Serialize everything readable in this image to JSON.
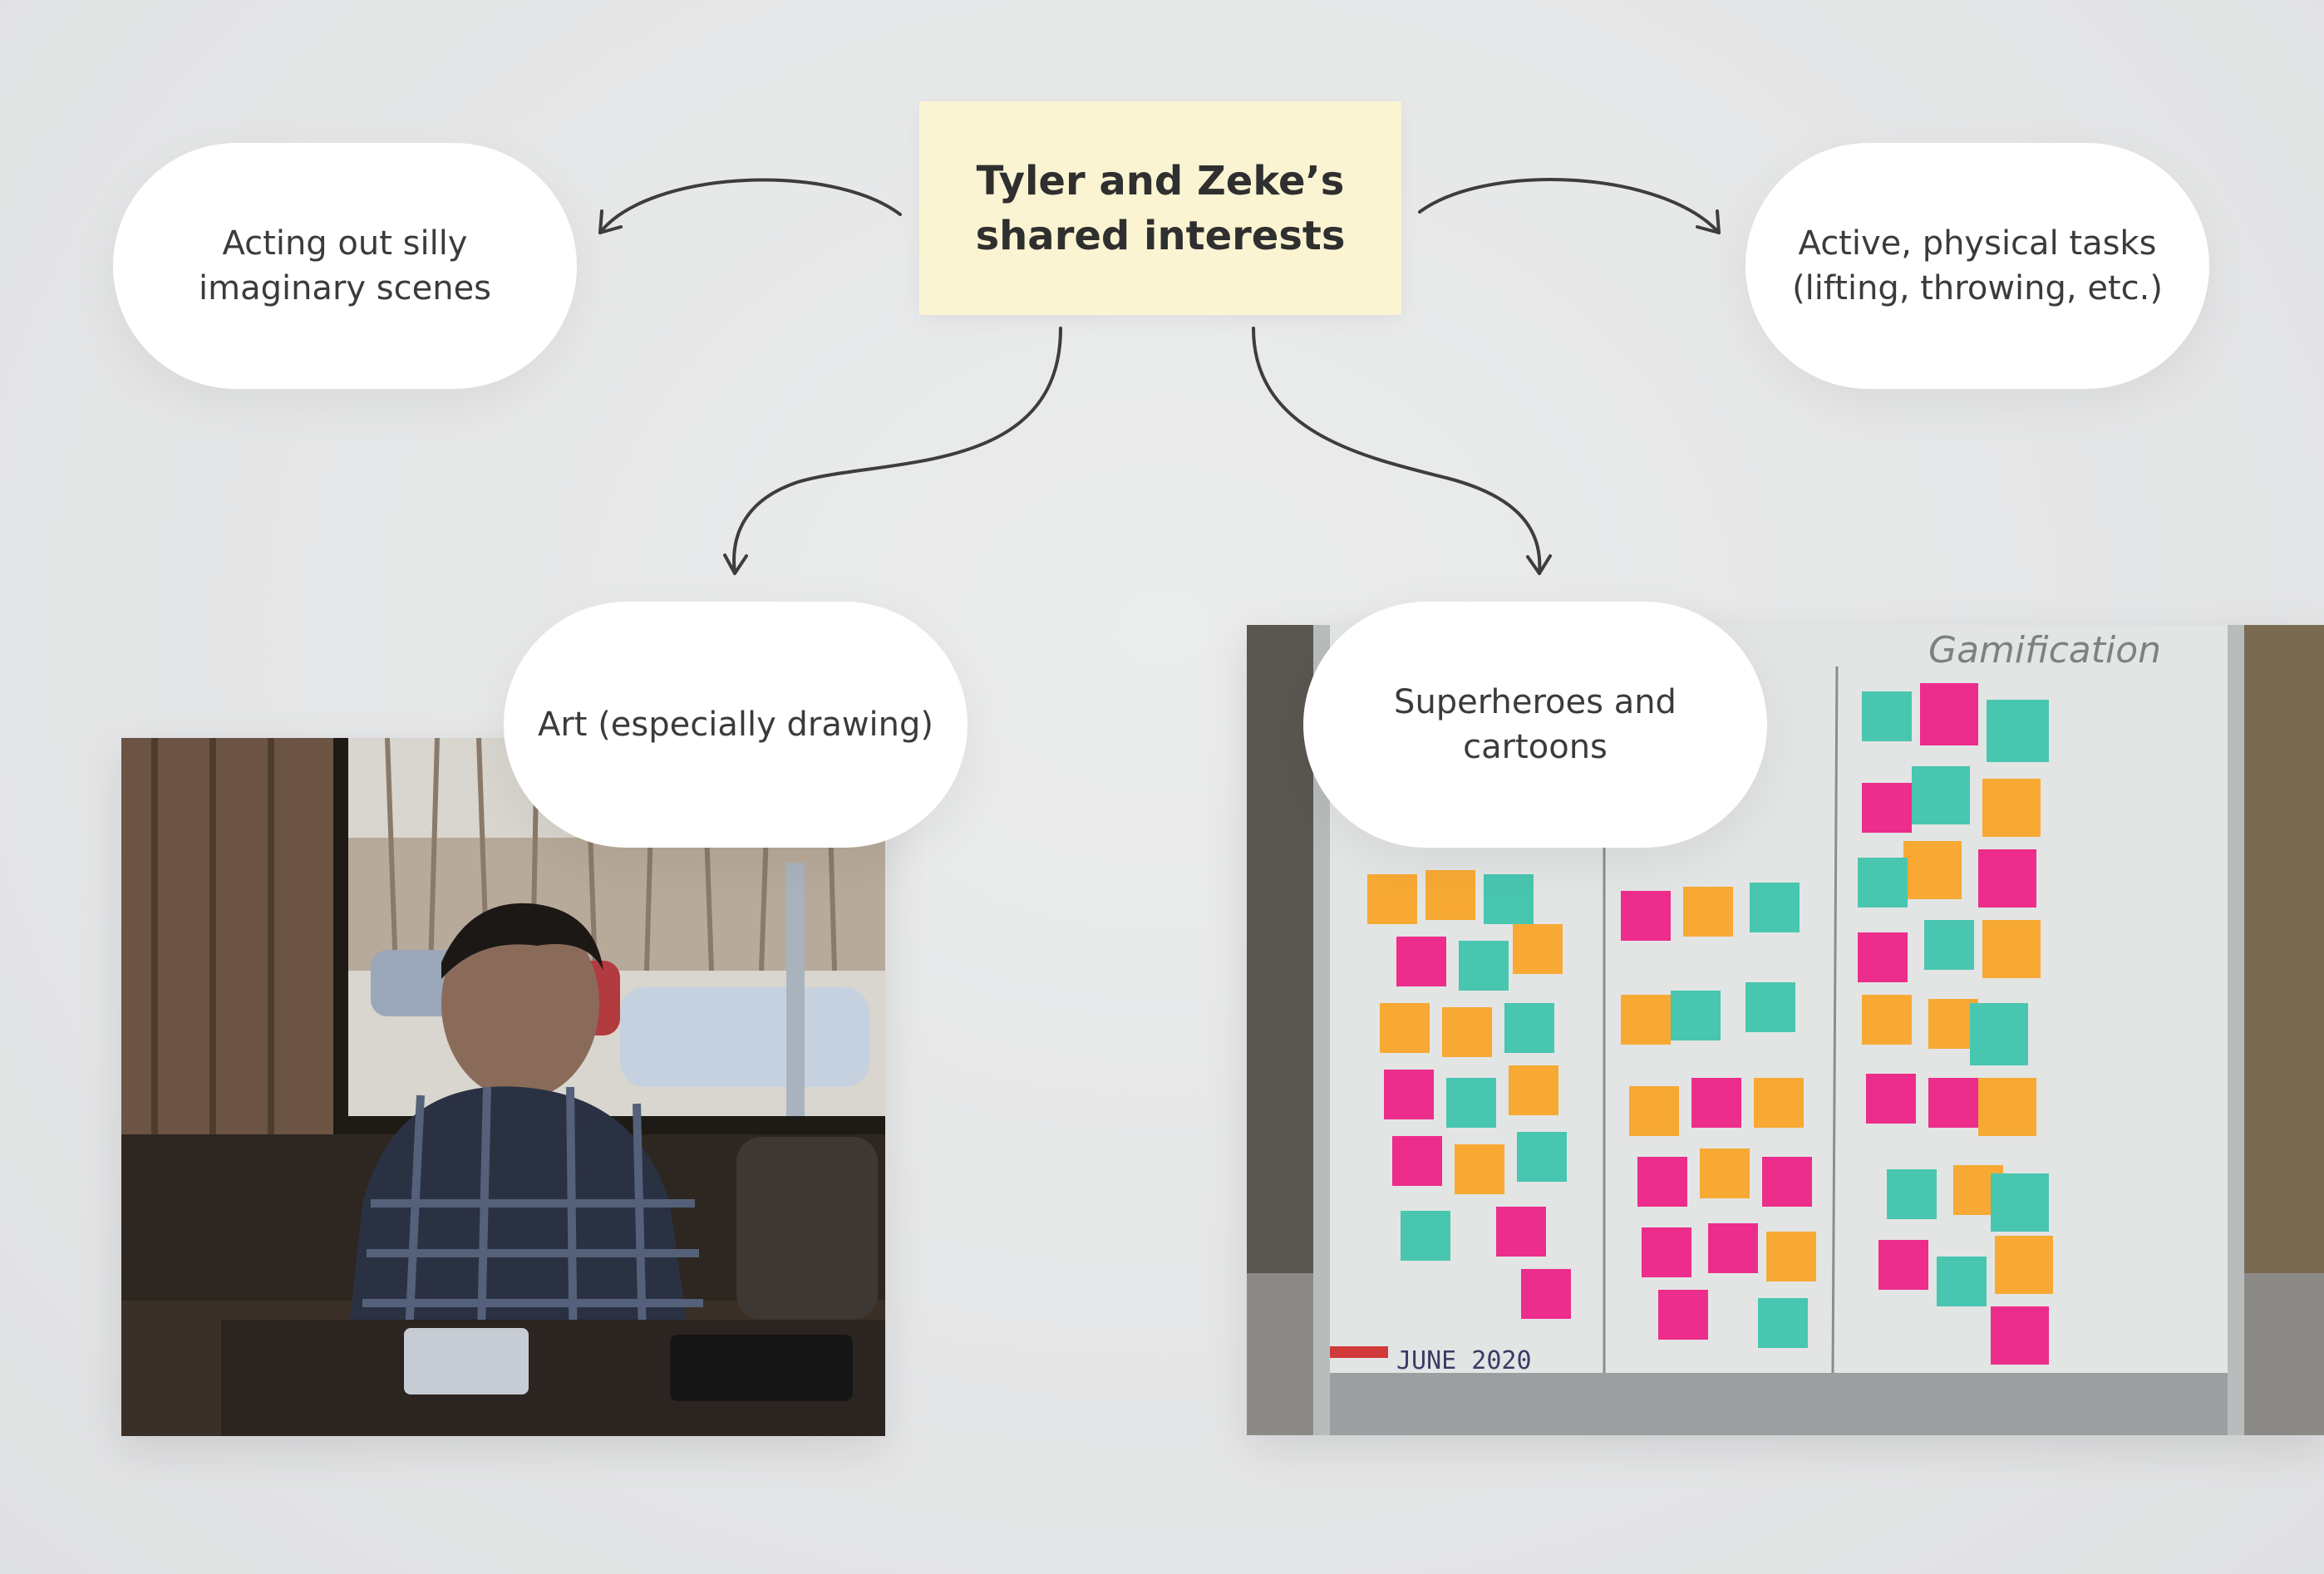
{
  "central": {
    "title": "Tyler and Zeke’s\nshared interests"
  },
  "nodes": {
    "acting": "Acting out silly\nimaginary scenes",
    "active": "Active, physical tasks\n(lifting, throwing, etc.)",
    "art": "Art (especially drawing)",
    "superheroes": "Superheroes and\ncartoons"
  },
  "photo_whiteboard": {
    "board_label": "JUNE 2020",
    "header_text": "Gamification"
  },
  "colors": {
    "central_fill": "#fbf4d2",
    "node_fill": "#ffffff",
    "connector": "#3d3d3d"
  }
}
